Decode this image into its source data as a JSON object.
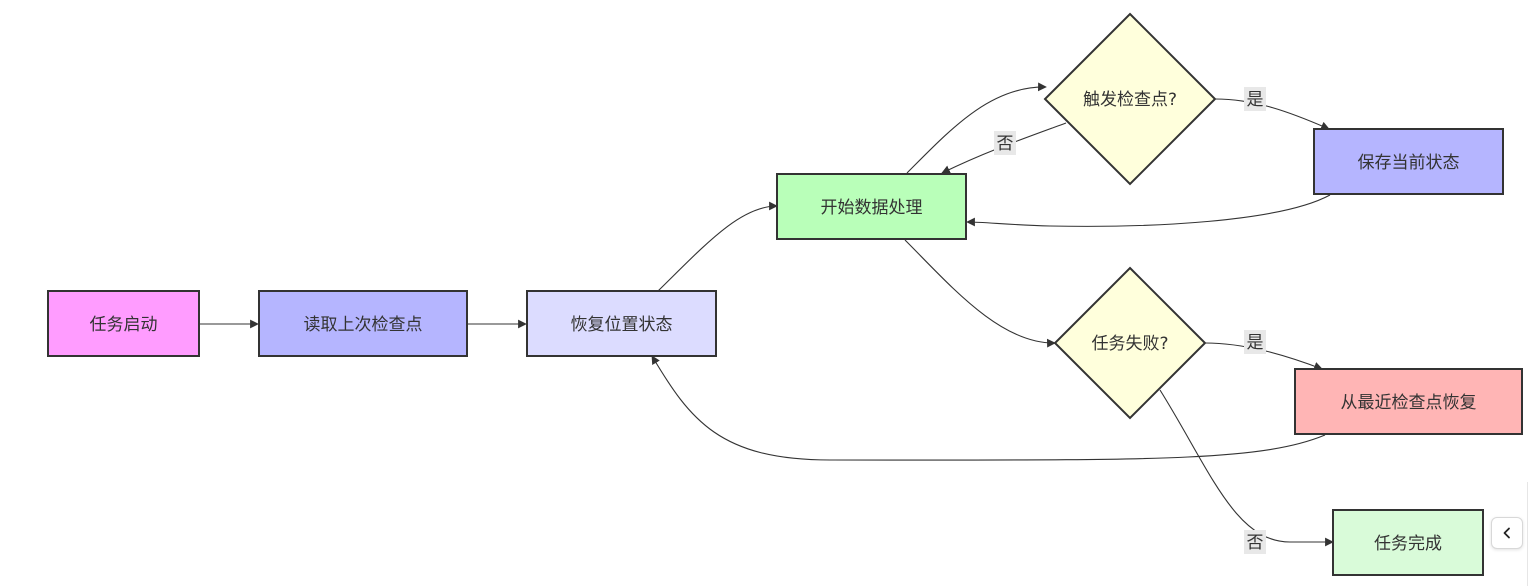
{
  "nodes": {
    "start": {
      "label": "任务启动",
      "fill": "#ff9cff"
    },
    "read_checkpoint": {
      "label": "读取上次检查点",
      "fill": "#b5b5ff"
    },
    "restore_state": {
      "label": "恢复位置状态",
      "fill": "#dcdcff"
    },
    "process": {
      "label": "开始数据处理",
      "fill": "#b9ffb9"
    },
    "trigger_checkpoint": {
      "label": "触发检查点?",
      "fill": "#ffffdc"
    },
    "save_state": {
      "label": "保存当前状态",
      "fill": "#b5b5ff"
    },
    "task_failed": {
      "label": "任务失败?",
      "fill": "#ffffdc"
    },
    "recover": {
      "label": "从最近检查点恢复",
      "fill": "#ffb5b5"
    },
    "done": {
      "label": "任务完成",
      "fill": "#d9fbd9"
    }
  },
  "edges": {
    "trigger_yes": "是",
    "trigger_no": "否",
    "failed_yes": "是",
    "failed_no": "否"
  },
  "controls": {
    "collapse_icon": "chevron-left-icon"
  }
}
